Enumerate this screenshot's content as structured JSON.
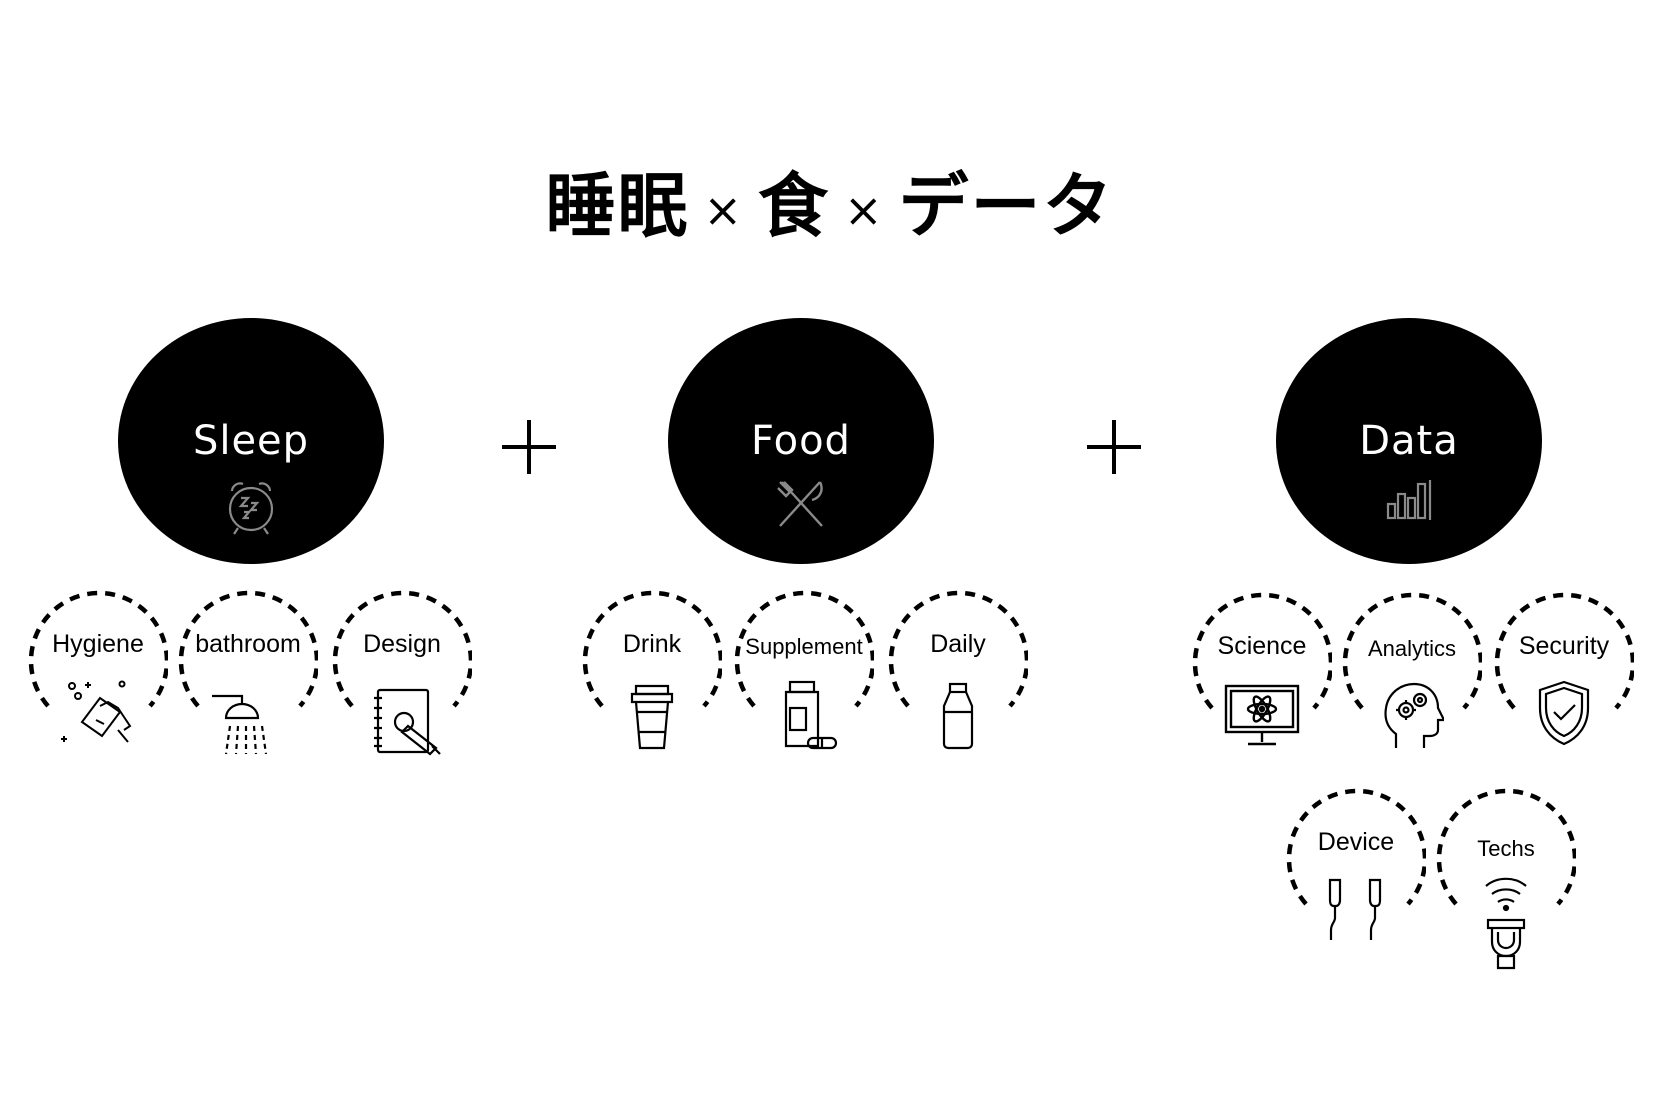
{
  "title": {
    "part1": "睡眠",
    "part2": "食",
    "part3": "データ",
    "separator": "×"
  },
  "groups": [
    {
      "label": "Sleep",
      "icon": "alarm-clock-zzz-icon",
      "items": [
        {
          "label": "Hygiene",
          "icon": "cleaning-hand-icon"
        },
        {
          "label": "bathroom",
          "icon": "shower-icon"
        },
        {
          "label": "Design",
          "icon": "notebook-pen-icon"
        }
      ]
    },
    {
      "label": "Food",
      "icon": "fork-knife-icon",
      "items": [
        {
          "label": "Drink",
          "icon": "coffee-cup-icon"
        },
        {
          "label": "Supplement",
          "icon": "pill-bottle-icon"
        },
        {
          "label": "Daily",
          "icon": "milk-bottle-icon"
        }
      ]
    },
    {
      "label": "Data",
      "icon": "bar-chart-icon",
      "items": [
        {
          "label": "Science",
          "icon": "monitor-atom-icon"
        },
        {
          "label": "Analytics",
          "icon": "head-gears-icon"
        },
        {
          "label": "Security",
          "icon": "shield-check-icon"
        },
        {
          "label": "Device",
          "icon": "earphones-icon"
        },
        {
          "label": "Techs",
          "icon": "wifi-toilet-icon"
        }
      ]
    }
  ],
  "colors": {
    "background": "#ffffff",
    "ink": "#000000",
    "main_label": "#ffffff"
  }
}
